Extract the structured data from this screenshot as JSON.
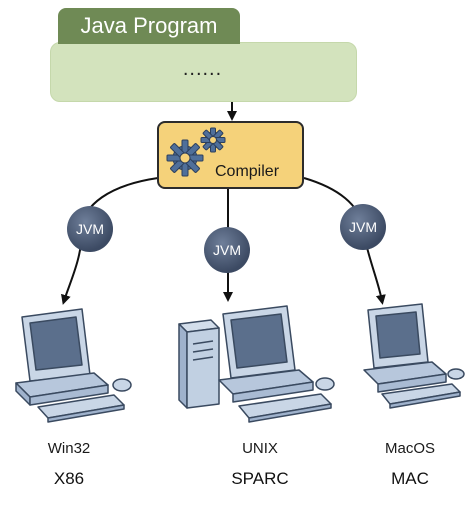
{
  "program": {
    "title": "Java Program",
    "content": "......"
  },
  "compiler": {
    "label": "Compiler",
    "icon": "gears-icon"
  },
  "jvm_label": "JVM",
  "platforms": [
    {
      "os": "Win32",
      "arch": "X86",
      "icon": "desktop-computer-icon"
    },
    {
      "os": "UNIX",
      "arch": "SPARC",
      "icon": "workstation-computer-icon"
    },
    {
      "os": "MacOS",
      "arch": "MAC",
      "icon": "desktop-computer-icon"
    }
  ],
  "colors": {
    "program_header": "#6f8a55",
    "program_body": "#d3e3bd",
    "compiler_fill": "#f5d27a",
    "jvm_fill": "#4a5873",
    "gear": "#4f6f9a",
    "computer": "#b9c9dd"
  }
}
